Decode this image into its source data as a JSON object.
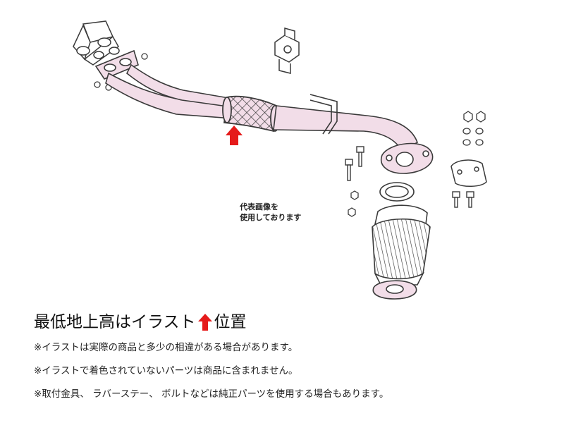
{
  "illustration": {
    "representative_note": "代表画像を\n使用しております",
    "colors": {
      "pipe_fill": "#f2dde8",
      "outline": "#3a3a3a",
      "arrow": "#e51a1a"
    }
  },
  "heading": {
    "before_arrow": "最低地上高はイラスト",
    "after_arrow": "位置",
    "arrow_icon": "red-up-arrow"
  },
  "notes": [
    "※イラストは実際の商品と多少の相違がある場合があります。",
    "※イラストで着色されていないパーツは商品に含まれません。",
    "※取付金具、 ラバーステー、 ボルトなどは純正パーツを使用する場合もあります。"
  ]
}
